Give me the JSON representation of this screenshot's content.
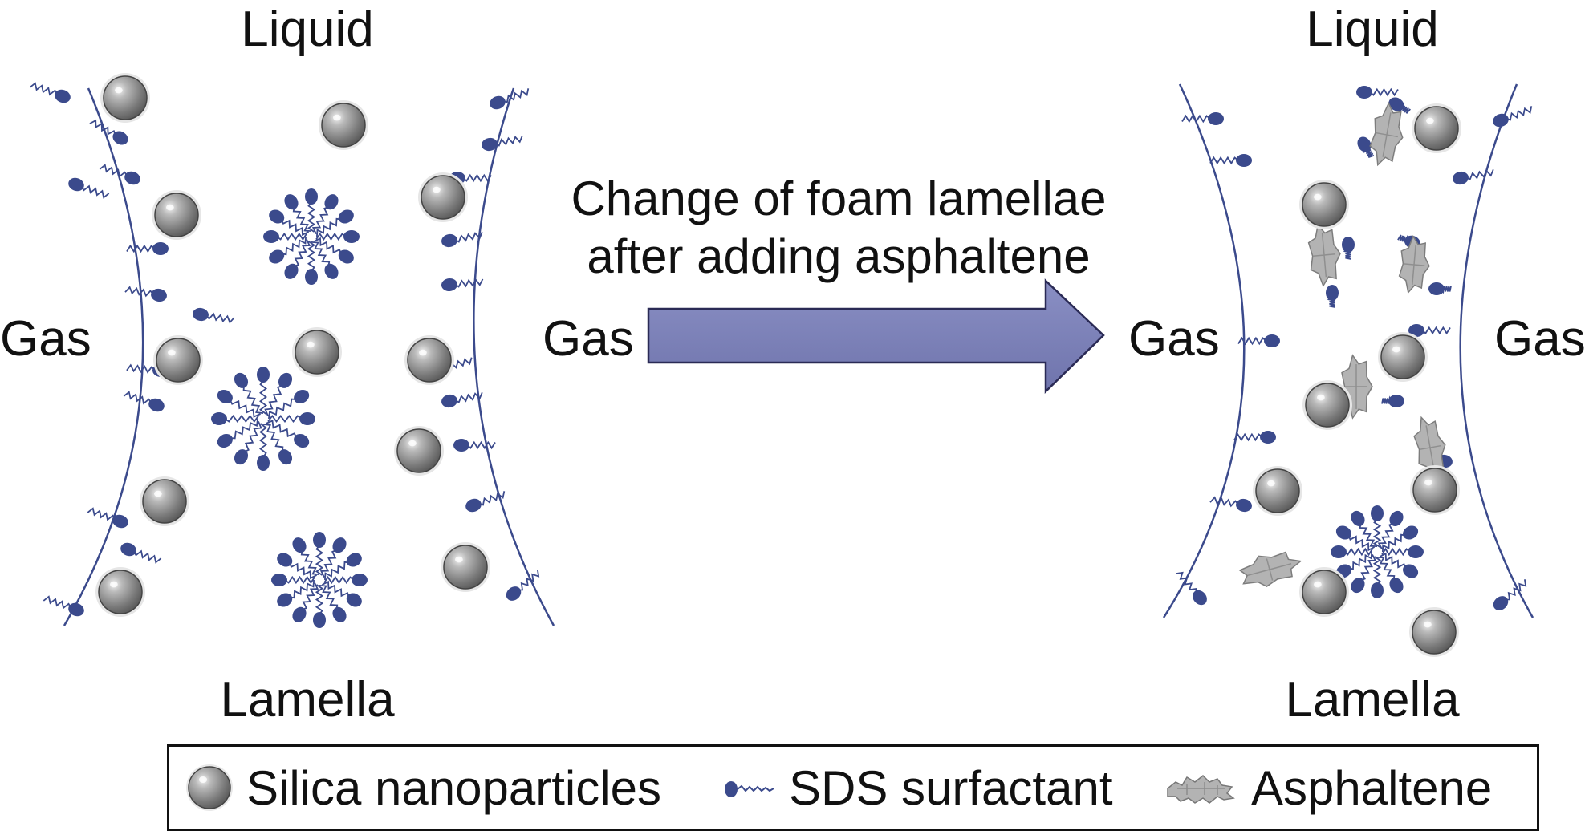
{
  "left_panel": {
    "top_label": "Liquid",
    "bottom_label": "Lamella",
    "left_label": "Gas",
    "right_label": "Gas"
  },
  "right_panel": {
    "top_label": "Liquid",
    "bottom_label": "Lamella",
    "left_label": "Gas",
    "right_label": "Gas"
  },
  "arrow": {
    "caption_line1": "Change of foam lamellae",
    "caption_line2": "after adding asphaltene",
    "color": "#7b80b8"
  },
  "legend": {
    "items": [
      {
        "label": "Silica nanoparticles",
        "icon": "silica-nanoparticle-icon"
      },
      {
        "label": "SDS surfactant",
        "icon": "sds-surfactant-icon"
      },
      {
        "label": "Asphaltene",
        "icon": "asphaltene-icon"
      }
    ]
  },
  "colors": {
    "surfactant_head": "#3b4a8c",
    "particle": "#8a8a8a",
    "asphaltene": "#b0b0b0",
    "film_line": "#3b4a8c"
  }
}
